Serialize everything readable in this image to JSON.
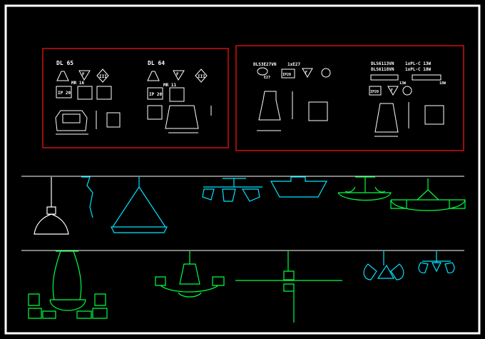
{
  "colors": {
    "background": "#000000",
    "frame": "#ffffff",
    "box": "#d01010",
    "lines": "#ffffff",
    "cyan": "#00e5ff",
    "green": "#00ff40"
  },
  "panel_left": {
    "item1": {
      "model": "DL 65",
      "lamp": "MR 16",
      "ip": "IP 20",
      "class": "III",
      "rating": "F"
    },
    "item2": {
      "model": "DL 64",
      "lamp": "MR 11",
      "ip": "IP 20",
      "class": "III",
      "rating": "F"
    }
  },
  "panel_right": {
    "item1": {
      "model": "DLS3E27VN",
      "lamp_spec": "1xE27",
      "bulb": "E27",
      "ip": "IP20",
      "rating": "F"
    },
    "item2": {
      "model_a": "DLS6113VN",
      "model_b": "DLS6118VN",
      "spec_a": "1xPL-C 13W",
      "spec_b": "1xPL-C 18W",
      "tube_a": "13W",
      "tube_b": "18W",
      "ip": "IP20",
      "rating": "F"
    }
  }
}
